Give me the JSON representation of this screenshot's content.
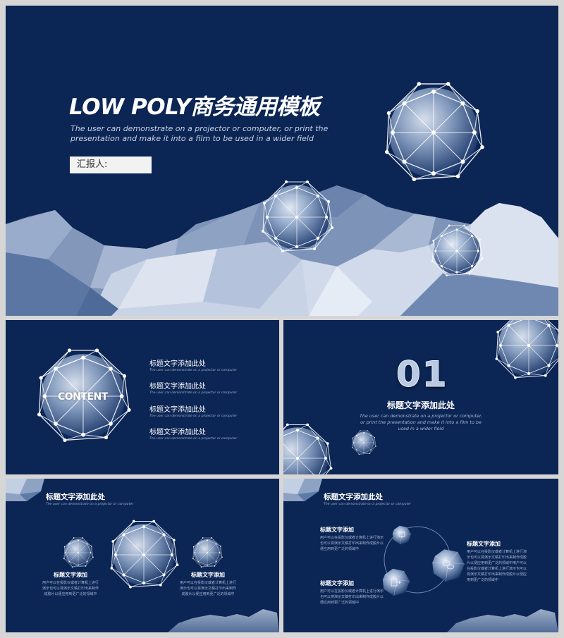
{
  "slides": [
    {
      "id": "cover",
      "title": "LOW POLY商务通用模板",
      "subtitle_line1": "The user can demonstrate on a projector or computer, or print the",
      "subtitle_line2": "presentation and make it into a film to be used in a wider field",
      "reporter_label": "汇报人:"
    },
    {
      "id": "contents",
      "sphere_label": "CONTENT",
      "items": [
        {
          "title": "标题文字添加此处",
          "subtitle": "The user can demonstrate on a projector or computer"
        },
        {
          "title": "标题文字添加此处",
          "subtitle": "The user can demonstrate on a projector or computer"
        },
        {
          "title": "标题文字添加此处",
          "subtitle": "The user can demonstrate on a projector or computer"
        },
        {
          "title": "标题文字添加此处",
          "subtitle": "The user can demonstrate on a projector or computer"
        }
      ]
    },
    {
      "id": "section-01",
      "number": "01",
      "title": "标题文字添加此处",
      "subtitle_line1": "The user can demonstrate on a projector or computer,",
      "subtitle_line2": "or print the presentation and make it into a film to be",
      "subtitle_line3": "used in a wider field"
    },
    {
      "id": "three-spheres",
      "header_title": "标题文字添加此处",
      "header_subtitle": "The user can demonstrate on a projector or computer",
      "blocks": [
        {
          "title": "标题文字添加",
          "body": "用户可以在投影仪或者计算机上进行演示也可以将演示文稿打印出来制作成胶片以便应用到更广泛的领域中"
        },
        {
          "title": "标题文字添加",
          "body": "用户可以在投影仪或者计算机上进行演示也可以将演示文稿打印出来制作成胶片以便应用到更广泛的领域中"
        }
      ]
    },
    {
      "id": "cycle",
      "header_title": "标题文字添加此处",
      "header_subtitle": "The user can demonstrate on a projector or computer",
      "blocks": [
        {
          "title": "标题文字添加",
          "body": "用户可以在投影仪或者计算机上进行演示也可以将演示文稿打印出来制作成胶片以便应用到更广泛的领域中"
        },
        {
          "title": "标题文字添加",
          "body": "用户可以在投影仪或者计算机上进行演示也可以将演示文稿打印出来制作成胶片以便应用到更广泛的领域中用户可以在投影仪或者计算机上进行演示也可以将演示文稿打印出来制作成胶片以便应用到更广泛的领域中"
        },
        {
          "title": "标题文字添加",
          "body": "用户可以在投影仪或者计算机上进行演示也可以将演示文稿打印出来制作成胶片以便应用到更广泛的领域中"
        }
      ],
      "icons": [
        "monitor-icon",
        "chat-bubbles-icon",
        "exit-door-icon"
      ]
    }
  ],
  "colors": {
    "slide_bg": "#0b2554",
    "page_bg": "#d6d6d6",
    "poly_light": "#dde4f0",
    "poly_mid": "#8ea2c2",
    "poly_dark": "#4d6a98"
  }
}
